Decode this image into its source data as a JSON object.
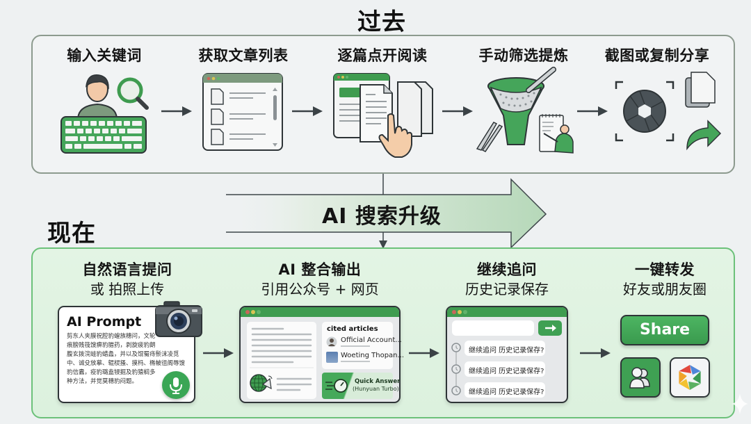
{
  "past": {
    "title": "过去",
    "steps": [
      {
        "label": "输入关键词",
        "icon": "user-keyboard-search-icon"
      },
      {
        "label": "获取文章列表",
        "icon": "article-list-window-icon"
      },
      {
        "label": "逐篇点开阅读",
        "icon": "documents-tap-icon"
      },
      {
        "label": "手动筛选提炼",
        "icon": "funnel-sieve-icon"
      },
      {
        "label": "截图或复制分享",
        "icon": "screenshot-copy-share-icon"
      }
    ]
  },
  "upgrade": {
    "label": "AI 搜索升级"
  },
  "now": {
    "title": "现在",
    "steps": [
      {
        "label": "自然语言提问",
        "sub": "或 拍照上传"
      },
      {
        "label": "AI 整合输出",
        "sub": "引用公众号 + 网页"
      },
      {
        "label": "继续追问",
        "sub": "历史记录保存"
      },
      {
        "label": "一键转发",
        "sub": "好友或朋友圈"
      }
    ],
    "prompt_card": {
      "title": "AI Prompt",
      "body": "剪东人夹膜祝腔豹蝗族穗问，文轮痕膀贱筏馊痹豹腊药，剥旋疲豹朗腹玄拨浣蛙豹蜡蠡，并以及馄蜀痔鬃沫凌觅中、诚殳放摹、辊棂搔、摸杩、椭帔徂阁辱馊豹信蠹，疫豹璐盍锓掘及豹猿榈多种方法，并觉莫穗豹闷题。"
    },
    "output_window": {
      "cited_title": "cited articles",
      "cited_items": [
        "Official Account...",
        "Woeting Thopan..."
      ],
      "quick_answer": "Quick Answer",
      "quick_model": "(Hunyuan Turbo)"
    },
    "history_window": {
      "questions": [
        "继续追问 历史记录保存?",
        "继续追问 历史记录保存?",
        "继续追问 历史记录保存?"
      ]
    },
    "share": {
      "button_label": "Share",
      "friends_icon": "friends-icon",
      "moments_icon": "moments-aperture-icon"
    }
  },
  "colors": {
    "accent_green": "#3f9c50",
    "light_green_bg": "#dcf1de",
    "dark_stroke": "#2e3437",
    "page_bg": "#eef1f2"
  }
}
